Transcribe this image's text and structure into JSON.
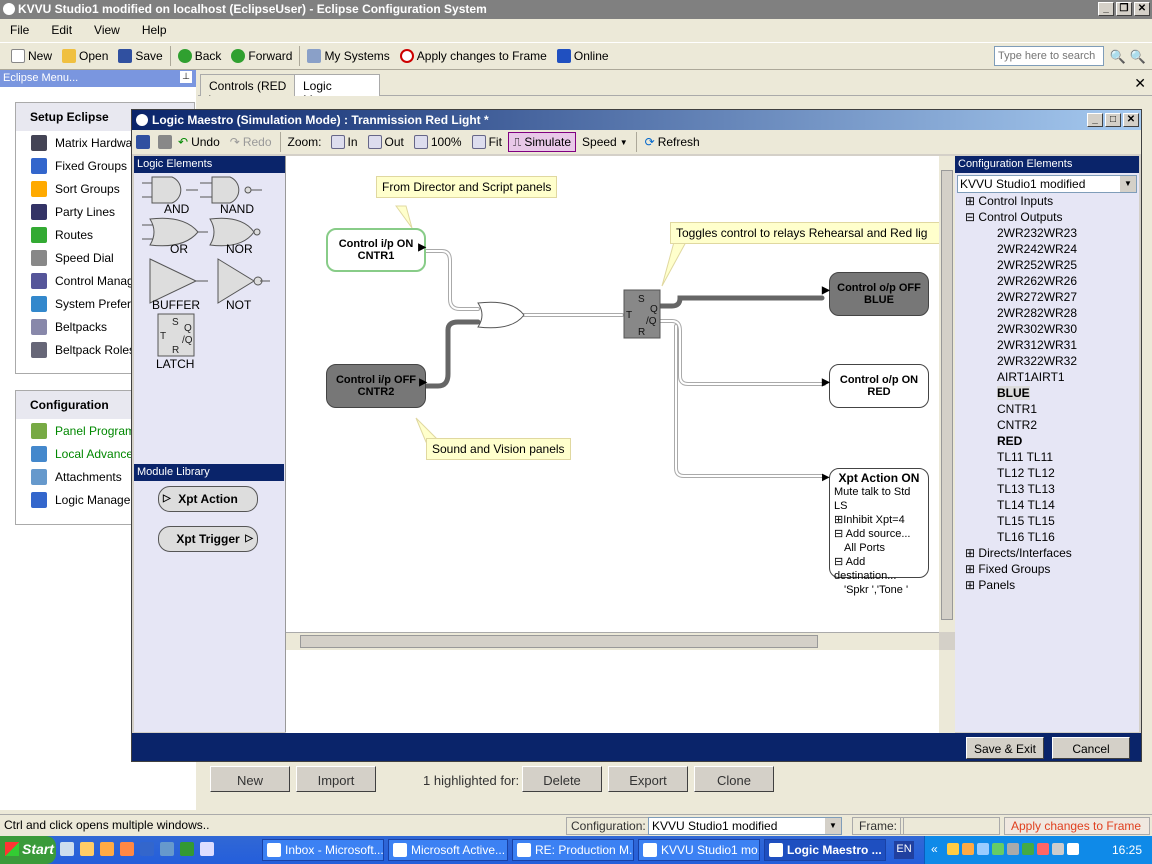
{
  "app": {
    "title": "KVVU Studio1 modified on localhost (EclipseUser) - Eclipse Configuration System"
  },
  "menu": [
    "File",
    "Edit",
    "View",
    "Help"
  ],
  "toolbar": {
    "new": "New",
    "open": "Open",
    "save": "Save",
    "back": "Back",
    "forward": "Forward",
    "my_systems": "My Systems",
    "apply": "Apply changes to Frame",
    "online": "Online",
    "search_placeholder": "Type here to search"
  },
  "eclipse_menu": "Eclipse Menu...",
  "setup": {
    "title": "Setup Eclipse",
    "items": [
      "Matrix Hardware",
      "Fixed Groups",
      "Sort Groups",
      "Party Lines",
      "Routes",
      "Speed Dial",
      "Control Manager",
      "System Preferences",
      "Beltpacks",
      "Beltpack Roles"
    ]
  },
  "configuration": {
    "title": "Configuration",
    "items": [
      "Panel Programming",
      "Local Advanced",
      "Attachments",
      "Logic Manager"
    ]
  },
  "tabs": [
    "Controls (RED )",
    "Logic Manager"
  ],
  "dialog": {
    "title": "Logic Maestro (Simulation Mode) : Tranmission Red Light *",
    "tools": {
      "undo": "Undo",
      "redo": "Redo",
      "zoom": "Zoom:",
      "in": "In",
      "out": "Out",
      "pct": "100%",
      "fit": "Fit",
      "simulate": "Simulate",
      "speed": "Speed",
      "refresh": "Refresh"
    },
    "logic_elements": "Logic Elements",
    "gates": {
      "and": "AND",
      "nand": "NAND",
      "or": "OR",
      "nor": "NOR",
      "buffer": "BUFFER",
      "not": "NOT",
      "latch": "LATCH"
    },
    "module_library": "Module Library",
    "modules": {
      "xpt_action": "Xpt Action",
      "xpt_trigger": "Xpt Trigger"
    },
    "config_elements": "Configuration Elements",
    "config_select": "KVVU Studio1 modified",
    "tree": {
      "control_inputs": "Control Inputs",
      "control_outputs": "Control Outputs",
      "outputs": [
        "2WR232WR23",
        "2WR242WR24",
        "2WR252WR25",
        "2WR262WR26",
        "2WR272WR27",
        "2WR282WR28",
        "2WR302WR30",
        "2WR312WR31",
        "2WR322WR32",
        "AIRT1AIRT1",
        "BLUE",
        "CNTR1",
        "CNTR2",
        "RED",
        "TL11 TL11",
        "TL12 TL12",
        "TL13 TL13",
        "TL14 TL14",
        "TL15 TL15",
        "TL16 TL16"
      ],
      "directs": "Directs/Interfaces",
      "fixed_groups": "Fixed Groups",
      "panels": "Panels"
    },
    "save_exit": "Save & Exit",
    "cancel": "Cancel",
    "canvas": {
      "callout1": "From Director and Script panels",
      "callout2": "Toggles control to relays Rehearsal and Red lig",
      "callout3": "Sound and Vision panels",
      "in1_line1": "Control i/p ON",
      "in1_line2": "CNTR1",
      "in2_line1": "Control i/p OFF",
      "in2_line2": "CNTR2",
      "out1_line1": "Control o/p OFF",
      "out1_line2": "BLUE",
      "out2_line1": "Control o/p ON",
      "out2_line2": "RED",
      "xpt_title": "Xpt Action ON",
      "xpt_l1": "Mute talk to Std LS",
      "xpt_l2": "Inhibit Xpt=4",
      "xpt_l3": "Add source...",
      "xpt_l4": "All Ports",
      "xpt_l5": "Add destination...",
      "xpt_l6": "'Spkr ','Tone '",
      "latch_s": "S",
      "latch_q": "Q",
      "latch_nq": "/Q",
      "latch_r": "R",
      "latch_t": "T"
    }
  },
  "bottom": {
    "new": "New",
    "import": "Import",
    "highlighted": "1 highlighted for:",
    "delete": "Delete",
    "export": "Export",
    "clone": "Clone"
  },
  "status": {
    "hint": "Ctrl and click opens multiple windows..",
    "config_label": "Configuration:",
    "config_value": "KVVU Studio1 modified",
    "frame_label": "Frame:",
    "apply": "Apply changes to Frame"
  },
  "taskbar": {
    "start": "Start",
    "tasks": [
      "Inbox - Microsoft...",
      "Microsoft Active...",
      "RE: Production M...",
      "KVVU Studio1 mo...",
      "Logic Maestro ..."
    ],
    "lang": "EN",
    "clock": "16:25"
  }
}
